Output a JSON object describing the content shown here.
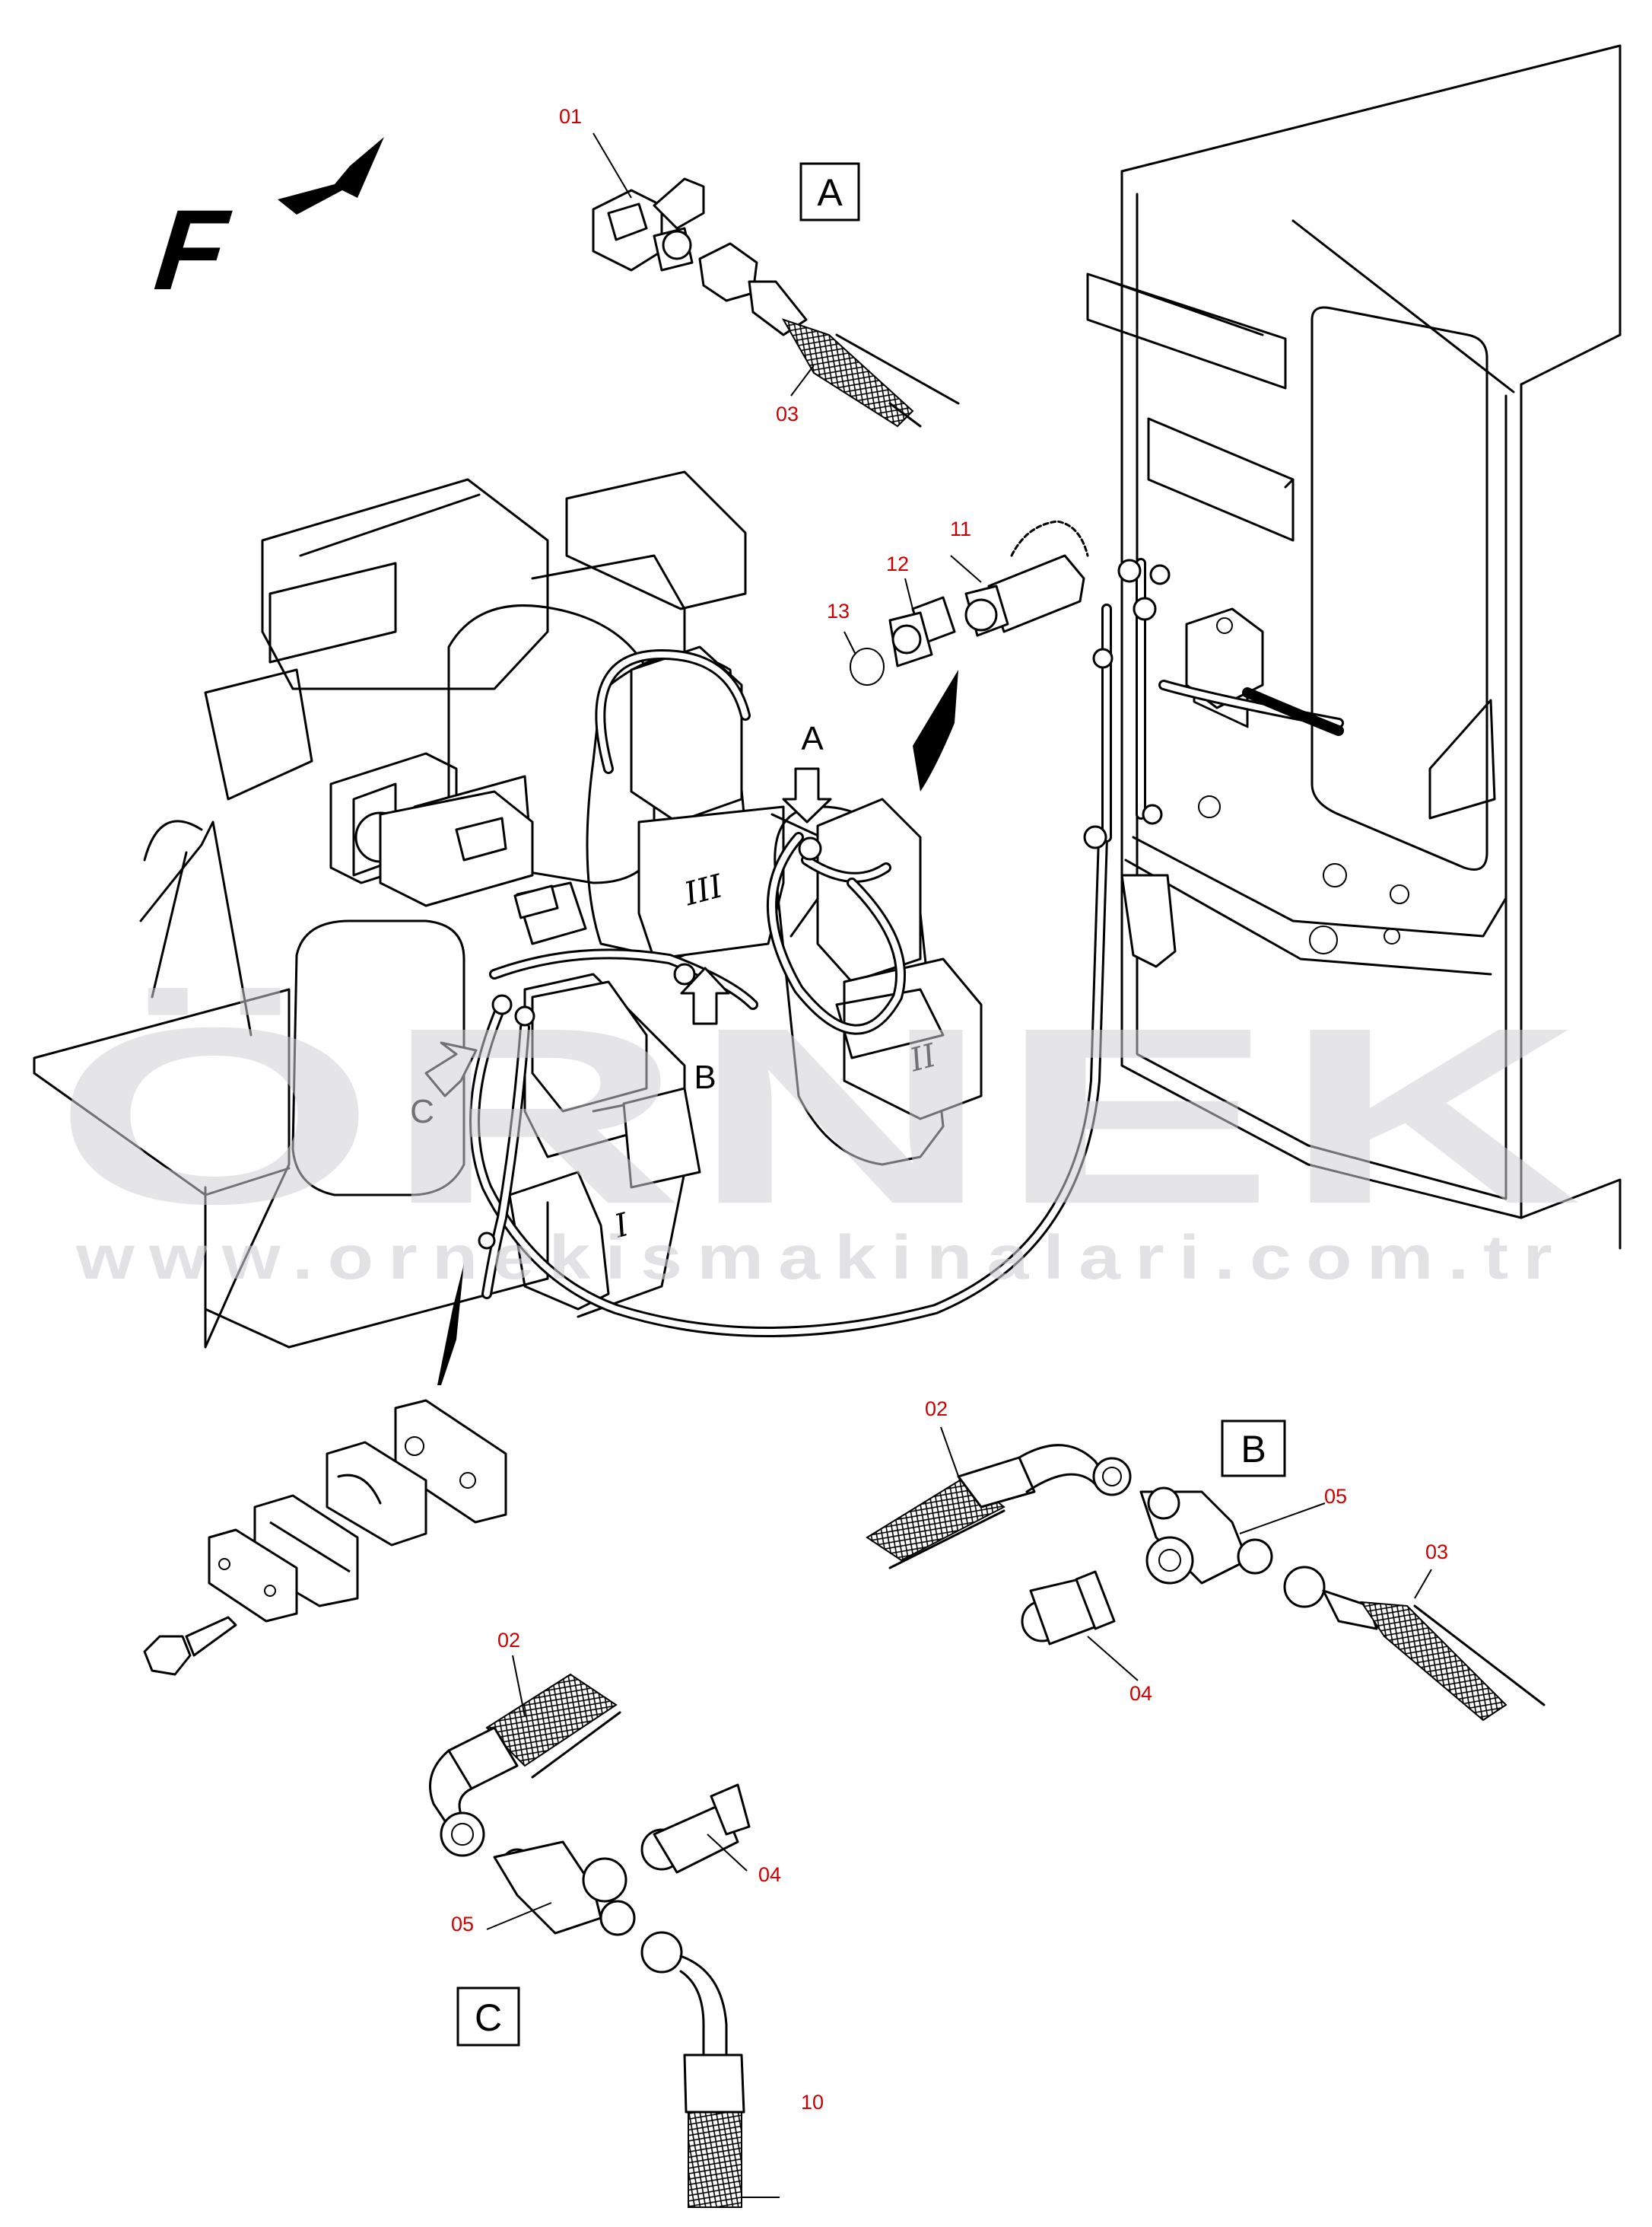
{
  "direction_label": "F",
  "detail_boxes": {
    "a": "A",
    "b": "B",
    "c": "C"
  },
  "view_markers": {
    "a": "A",
    "b": "B",
    "c": "C"
  },
  "cylinder_marks": {
    "one": "I",
    "two": "II",
    "three": "III"
  },
  "part_numbers": {
    "p01": "01",
    "p02_b": "02",
    "p02_c": "02",
    "p03_a": "03",
    "p03_b": "03",
    "p04_b": "04",
    "p04_c": "04",
    "p05_b": "05",
    "p05_c": "05",
    "p10": "10",
    "p11": "11",
    "p12": "12",
    "p13": "13"
  },
  "watermark": {
    "brand": "ÖRNEK",
    "url": "www.ornekismakinalari.com.tr"
  },
  "colors": {
    "part_number": "#cc0000",
    "line": "#000000",
    "watermark": "#cfcfd4",
    "umlaut_accent": "#f7d77a"
  }
}
